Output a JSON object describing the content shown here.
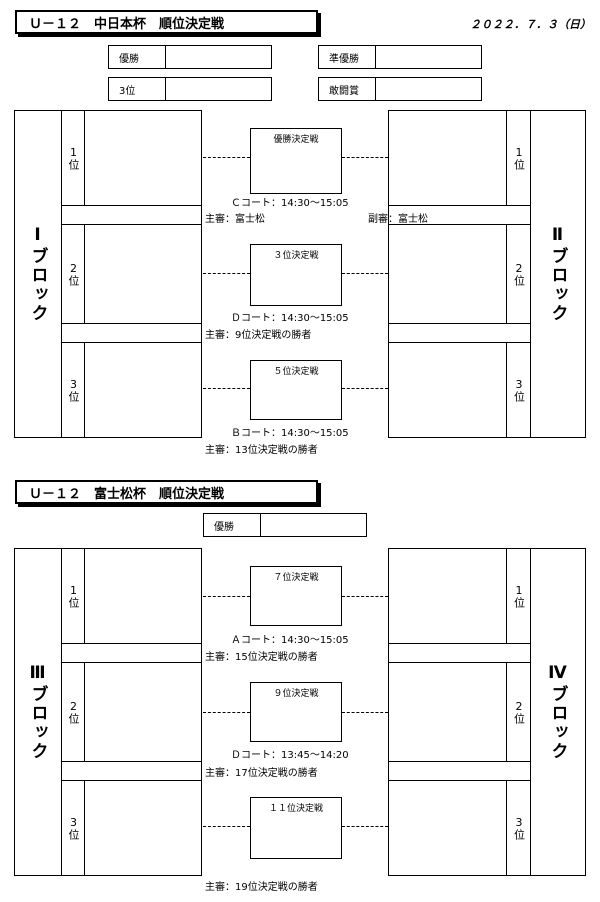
{
  "section1": {
    "title": "Ｕ－１２　中日本杯　順位決定戦",
    "date": "２０２２．７．３（日）",
    "awards": [
      "優勝",
      "準優勝",
      "3位",
      "敢闘賞"
    ],
    "left_block": "Ⅰブロック",
    "right_block": "Ⅱブロック",
    "ranks": [
      "1位",
      "2位",
      "3位"
    ],
    "matches": [
      {
        "title": "優勝決定戦",
        "court": "Ｃコート：14:30～15:05",
        "referee": "主審：富士松",
        "sub_referee": "副審：富士松"
      },
      {
        "title": "３位決定戦",
        "court": "Ｄコート：14:30～15:05",
        "referee": "主審：9位決定戦の勝者"
      },
      {
        "title": "５位決定戦",
        "court": "Ｂコート：14:30～15:05",
        "referee": "主審：13位決定戦の勝者"
      }
    ]
  },
  "section2": {
    "title": "Ｕ－１２　富士松杯　順位決定戦",
    "award": "優勝",
    "left_block": "Ⅲブロック",
    "right_block": "Ⅳブロック",
    "ranks": [
      "1位",
      "2位",
      "3位"
    ],
    "matches": [
      {
        "title": "７位決定戦",
        "court": "Ａコート：14:30～15:05",
        "referee": "主審：15位決定戦の勝者"
      },
      {
        "title": "９位決定戦",
        "court": "Ｄコート：13:45～14:20",
        "referee": "主審：17位決定戦の勝者"
      },
      {
        "title": "１１位決定戦",
        "court": "",
        "referee": "主審：19位決定戦の勝者"
      }
    ]
  }
}
